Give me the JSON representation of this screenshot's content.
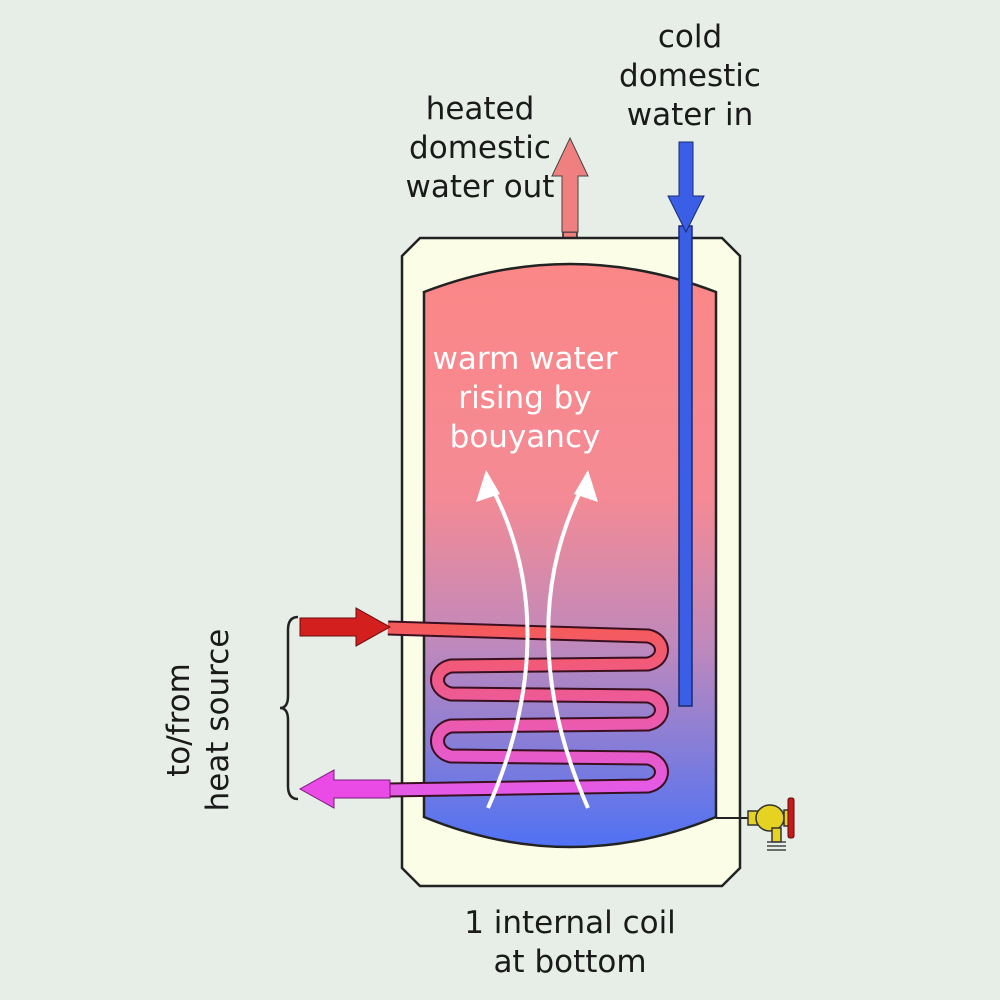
{
  "labels": {
    "hot_out": [
      "heated",
      "domestic",
      "water out"
    ],
    "cold_in": [
      "cold",
      "domestic",
      "water in"
    ],
    "warm_rising": [
      "warm water",
      "rising by",
      "bouyancy"
    ],
    "coil": [
      "1 internal coil",
      "at bottom"
    ],
    "heat_source": [
      "to/from",
      "heat source"
    ]
  },
  "colors": {
    "background": "#e6eee7",
    "insulation": "#fbfde6",
    "outline": "#222222",
    "water_top": "#fb8787",
    "water_mid": "#c089bb",
    "water_bottom": "#4f72f4",
    "hot_pipe": "#f08080",
    "cold_pipe": "#3b5ee6",
    "supply_arrow": "#d41f1f",
    "return_arrow": "#ea4ae6",
    "buoyancy_arrow": "#ffffff",
    "drain_valve": "#e6d223",
    "valve_handle": "#c81a1a"
  },
  "icons": {
    "hot_arrow": "arrow-up-icon",
    "cold_arrow": "arrow-down-icon",
    "supply_arrow": "arrow-right-icon",
    "return_arrow": "arrow-left-icon",
    "drain_valve": "drain-valve-icon",
    "brace": "curly-brace-icon"
  }
}
